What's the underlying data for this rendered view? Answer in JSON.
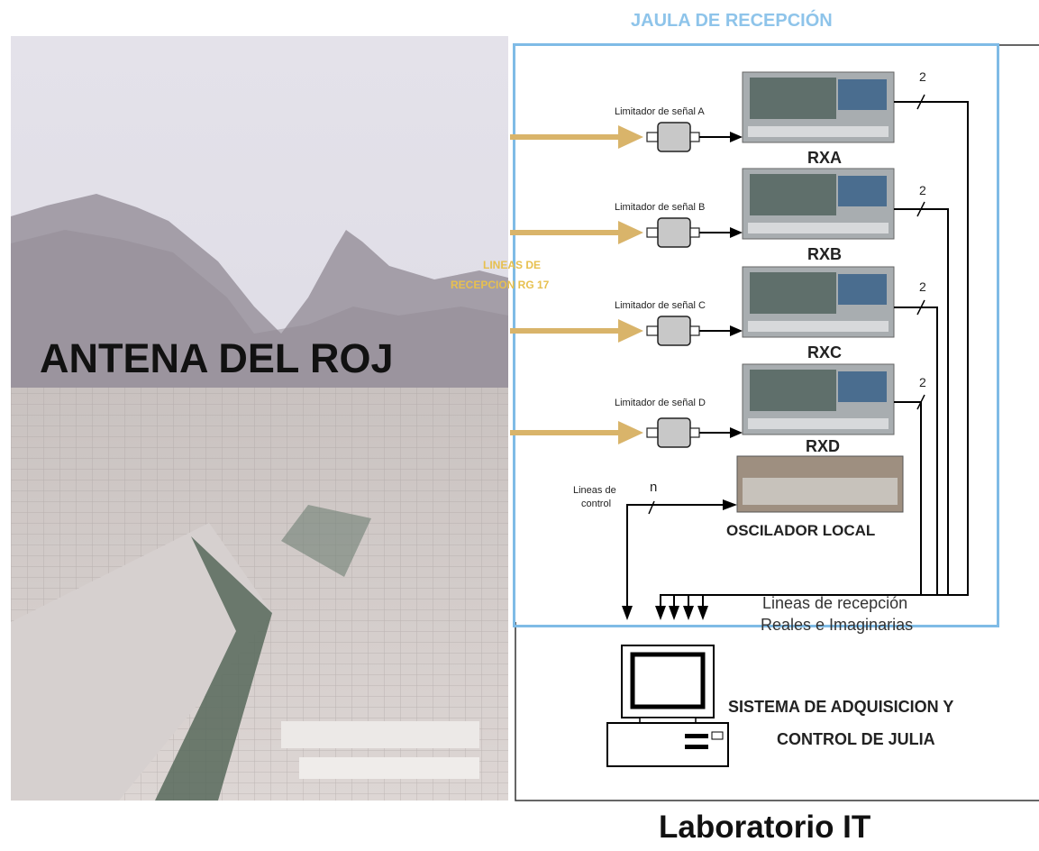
{
  "cage_title": "JAULA DE RECEPCIÓN",
  "antenna_title": "ANTENA DEL ROJ",
  "lab_title": "Laboratorio IT",
  "rg17_label_line1": "LINEAS DE",
  "rg17_label_line2": "RECEPCION RG 17",
  "receivers": [
    {
      "limiter_label": "Limitador de señal A",
      "name": "RXA",
      "bus_count": "2"
    },
    {
      "limiter_label": "Limitador de señal B",
      "name": "RXB",
      "bus_count": "2"
    },
    {
      "limiter_label": "Limitador de señal C",
      "name": "RXC",
      "bus_count": "2"
    },
    {
      "limiter_label": "Limitador de señal D",
      "name": "RXD",
      "bus_count": "2"
    }
  ],
  "oscillator_label": "OSCILADOR LOCAL",
  "control_lines_line1": "Lineas de",
  "control_lines_line2": "control",
  "control_count": "n",
  "reception_lines_line1": "Lineas de recepción",
  "reception_lines_line2": "Reales e Imaginarias",
  "acq_line1": "SISTEMA DE ADQUISICION Y",
  "acq_line2": "CONTROL DE JULIA",
  "colors": {
    "cage_border": "#7fbbe6",
    "cage_title": "#8ec4ea",
    "feed_arrow": "#d9b46a",
    "rg17_text": "#e7c04f"
  }
}
